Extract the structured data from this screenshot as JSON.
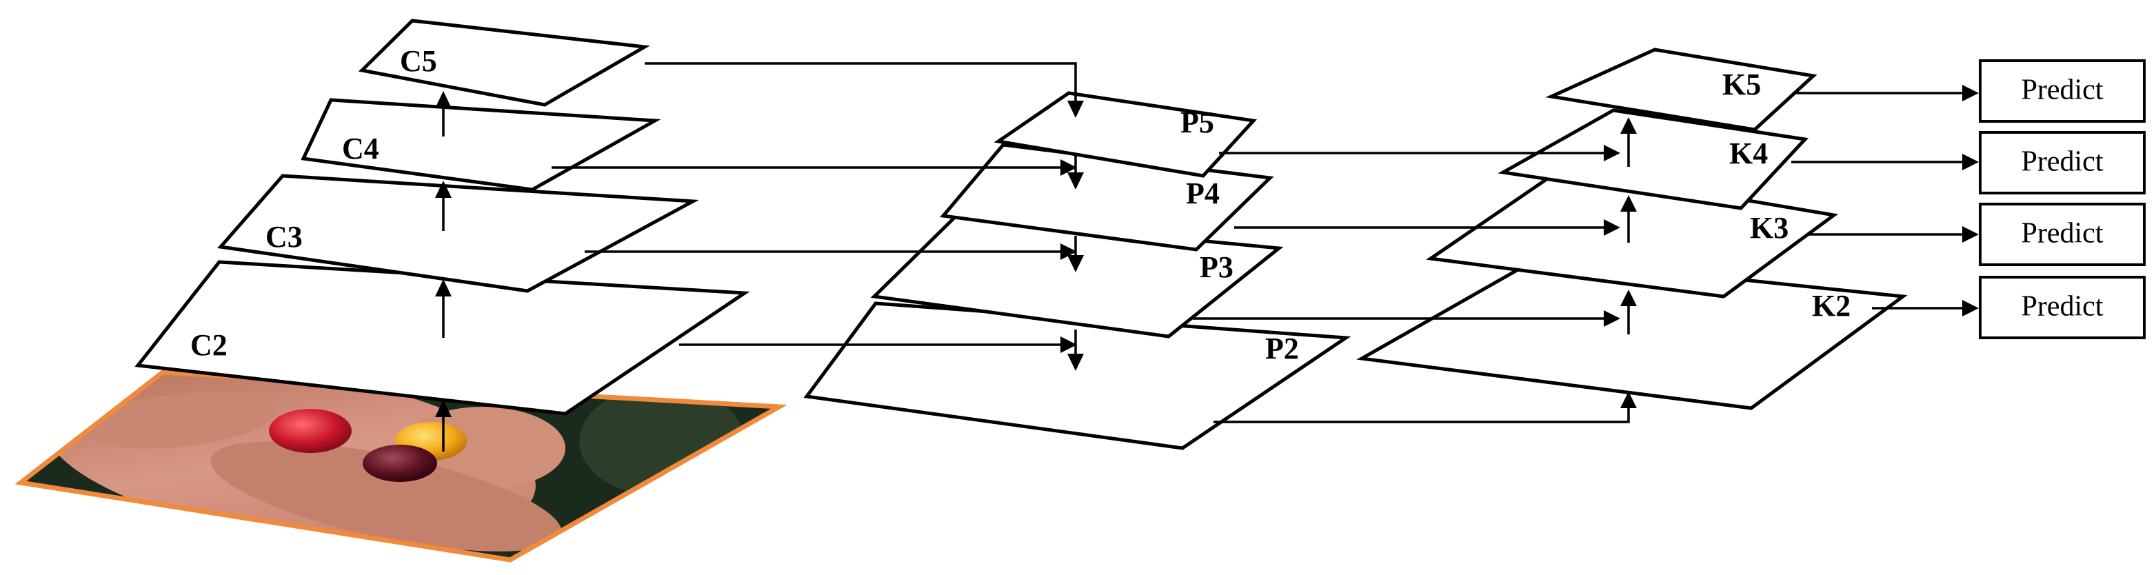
{
  "backbone_labels": [
    "C2",
    "C3",
    "C4",
    "C5"
  ],
  "pyramid_labels": [
    "P2",
    "P3",
    "P4",
    "P5"
  ],
  "output_labels": [
    "K2",
    "K3",
    "K4",
    "K5"
  ],
  "predict_label": "Predict",
  "colors": {
    "line": "#000000",
    "image_border": "#f08a3c",
    "background": "#ffffff"
  },
  "icons": {
    "input_image": "hand-holding-coffee-cherries-photo"
  }
}
